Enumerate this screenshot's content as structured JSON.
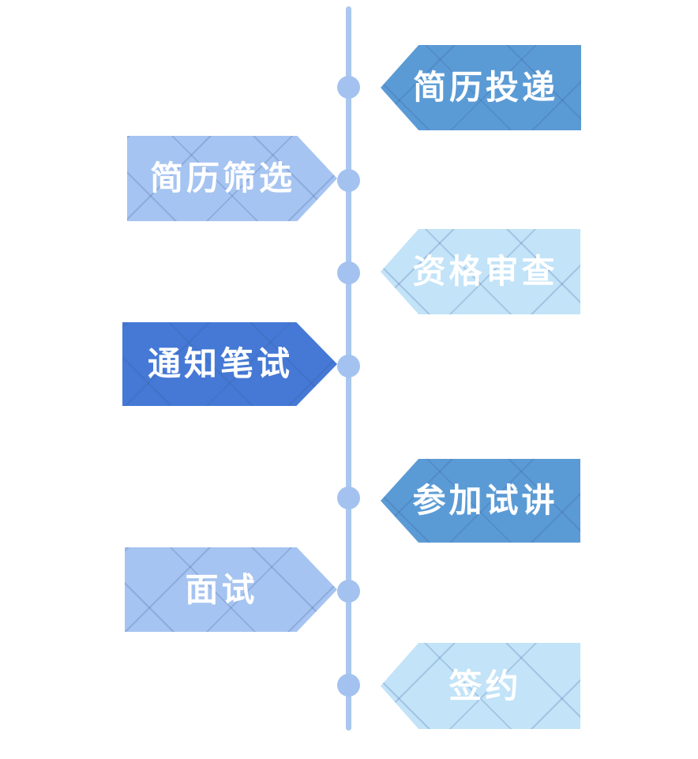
{
  "diagram": {
    "title": "recruitment-process-timeline",
    "steps": [
      {
        "label": "简历投递",
        "side": "right",
        "variant": "medium"
      },
      {
        "label": "简历筛选",
        "side": "left",
        "variant": "periwinkle"
      },
      {
        "label": "资格审查",
        "side": "right",
        "variant": "pale"
      },
      {
        "label": "通知笔试",
        "side": "left",
        "variant": "royal"
      },
      {
        "label": "参加试讲",
        "side": "right",
        "variant": "medium"
      },
      {
        "label": "面试",
        "side": "left",
        "variant": "periwinkle"
      },
      {
        "label": "签约",
        "side": "right",
        "variant": "pale"
      }
    ],
    "colors": {
      "medium": "#5b9bd5",
      "periwinkle": "#a6c4f1",
      "pale": "#c2e3f8",
      "royal": "#4579d5",
      "line": "#a9c7ef",
      "dot": "#a3c2ef",
      "text": "#ffffff"
    }
  }
}
